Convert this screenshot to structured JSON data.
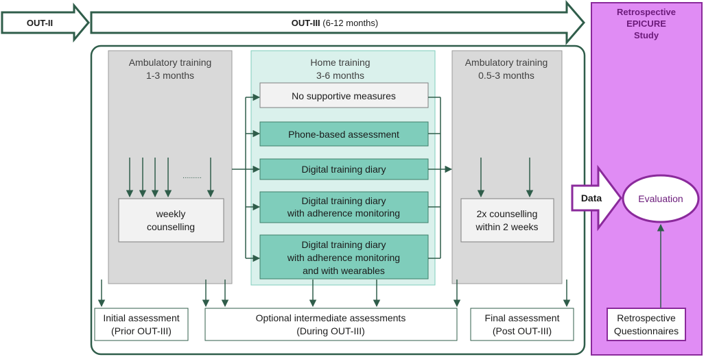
{
  "phases": {
    "out2": "OUT-II",
    "out3_bold": "OUT-III",
    "out3_rest": " (6-12 months)"
  },
  "epicure": {
    "line1": "Retrospective",
    "line2": "EPICURE",
    "line3": "Study",
    "data_label": "Data",
    "evaluation": "Evaluation",
    "questionnaires_line1": "Retrospective",
    "questionnaires_line2": "Questionnaires"
  },
  "ambulatory1": {
    "title_line1": "Ambulatory training",
    "title_line2": "1-3 months",
    "dots": "..........",
    "box_line1": "weekly",
    "box_line2": "counselling"
  },
  "home": {
    "title_line1": "Home training",
    "title_line2": "3-6 months",
    "options": [
      [
        "No supportive measures"
      ],
      [
        "Phone-based assessment"
      ],
      [
        "Digital training diary"
      ],
      [
        "Digital training diary",
        "with adherence monitoring"
      ],
      [
        "Digital training diary",
        "with adherence monitoring",
        "and with wearables"
      ]
    ]
  },
  "ambulatory2": {
    "title_line1": "Ambulatory training",
    "title_line2": "0.5-3 months",
    "box_line1": "2x counselling",
    "box_line2": "within 2 weeks"
  },
  "assessments": {
    "initial_line1": "Initial assessment",
    "initial_line2": "(Prior OUT-III)",
    "optional_line1": "Optional intermediate assessments",
    "optional_line2": "(During OUT-III)",
    "final_line1": "Final assessment",
    "final_line2": "(Post OUT-III)"
  },
  "colors": {
    "dark_green": "#2f5d4a",
    "teal": "#7fcdbb",
    "teal_light": "#daf1ec",
    "gray_panel": "#d9d9d9",
    "box_fill": "#f2f2f2",
    "purple": "#e08cf4",
    "purple_border": "#8a2a9b",
    "purple_text": "#6b1a7a"
  }
}
